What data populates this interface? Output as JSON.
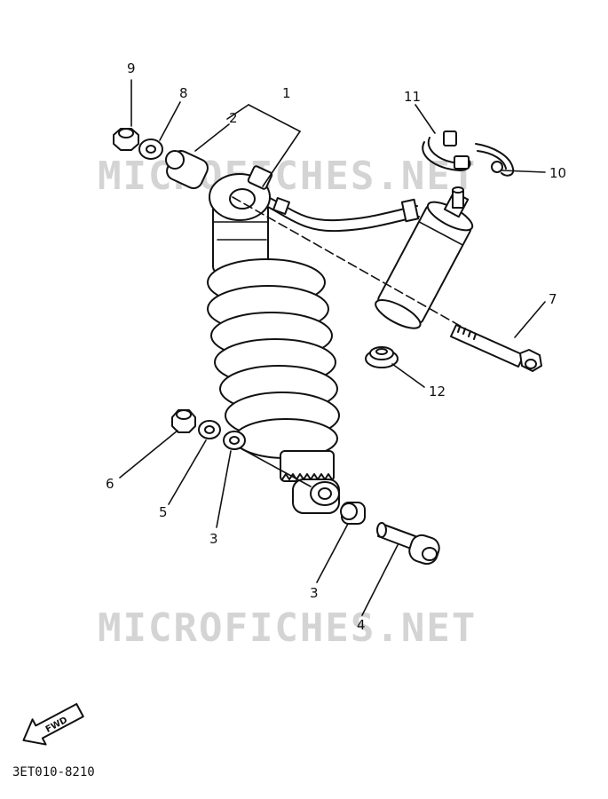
{
  "diagram": {
    "callouts": {
      "c1": "1",
      "c2": "2",
      "c3a": "3",
      "c3b": "3",
      "c4": "4",
      "c5": "5",
      "c6": "6",
      "c7": "7",
      "c8": "8",
      "c9": "9",
      "c10": "10",
      "c11": "11",
      "c12": "12"
    },
    "watermark_top": "MICROFICHES.NET",
    "watermark_bottom": "MICROFICHES.NET",
    "fwd_label": "FWD",
    "drawing_code": "3ET010-8210"
  }
}
